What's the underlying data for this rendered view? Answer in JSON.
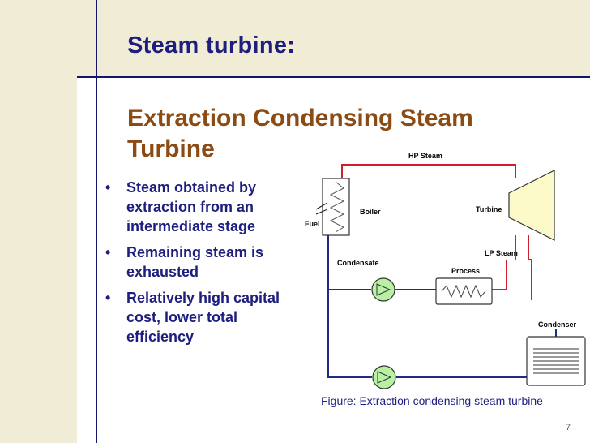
{
  "slide": {
    "heading": "Steam turbine:",
    "subheading_line1": "Extraction Condensing Steam",
    "subheading_line2": "Turbine",
    "bullets": [
      "Steam obtained by extraction from an intermediate stage",
      "Remaining steam is exhausted",
      "Relatively high capital cost, lower total efficiency"
    ],
    "page_number": "7"
  },
  "diagram": {
    "labels": {
      "hp_steam": "HP Steam",
      "boiler": "Boiler",
      "turbine": "Turbine",
      "fuel": "Fuel",
      "lp_steam": "LP Steam",
      "condensate": "Condensate",
      "process": "Process",
      "condenser": "Condenser"
    },
    "caption": "Figure: Extraction condensing steam turbine",
    "colors": {
      "steam_line": "#d21f2b",
      "water_line": "#1e2a8c",
      "pump_fill": "#b8f0a4",
      "turbine_fill": "#fbfac8"
    }
  }
}
